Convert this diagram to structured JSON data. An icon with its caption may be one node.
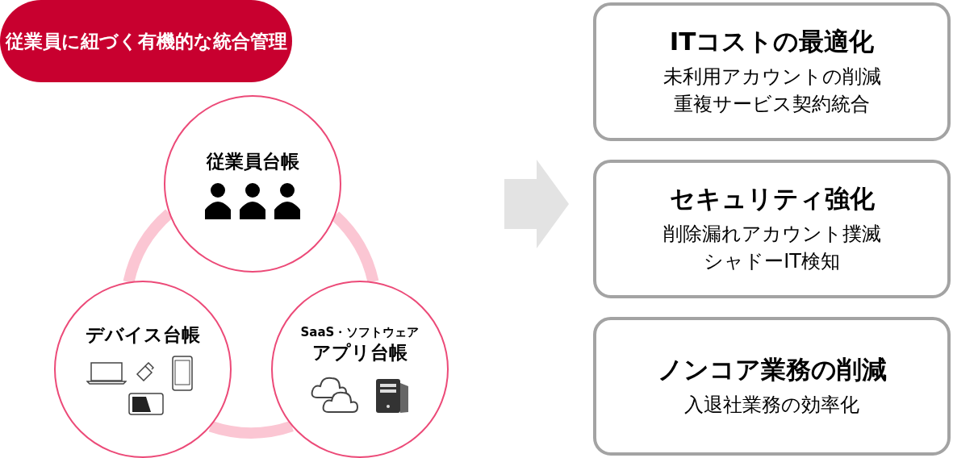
{
  "diagram": {
    "nodes": [
      {
        "text": [
          "従業員に紐づく有機的な統合管理"
        ]
      },
      {
        "text": [
          "従業員台帳"
        ]
      },
      {
        "text": [
          "デバイス台帳"
        ]
      },
      {
        "text": [
          "SaaS・ソフトウェア",
          "アプリ台帳"
        ]
      },
      {
        "text": [
          "ITコストの最適化",
          "未利用アカウントの削減",
          "重複サービス契約統合"
        ]
      },
      {
        "text": [
          "セキュリティ強化",
          "削除漏れアカウント撲滅",
          "シャドーIT検知"
        ]
      },
      {
        "text": [
          "ノンコア業務の削減",
          "入退社業務の効率化"
        ]
      }
    ],
    "edges": [
      {
        "from": 1,
        "to": 2,
        "arrow": "none"
      },
      {
        "from": 1,
        "to": 3,
        "arrow": "none"
      },
      {
        "from": 2,
        "to": 3,
        "arrow": "none"
      }
    ]
  }
}
